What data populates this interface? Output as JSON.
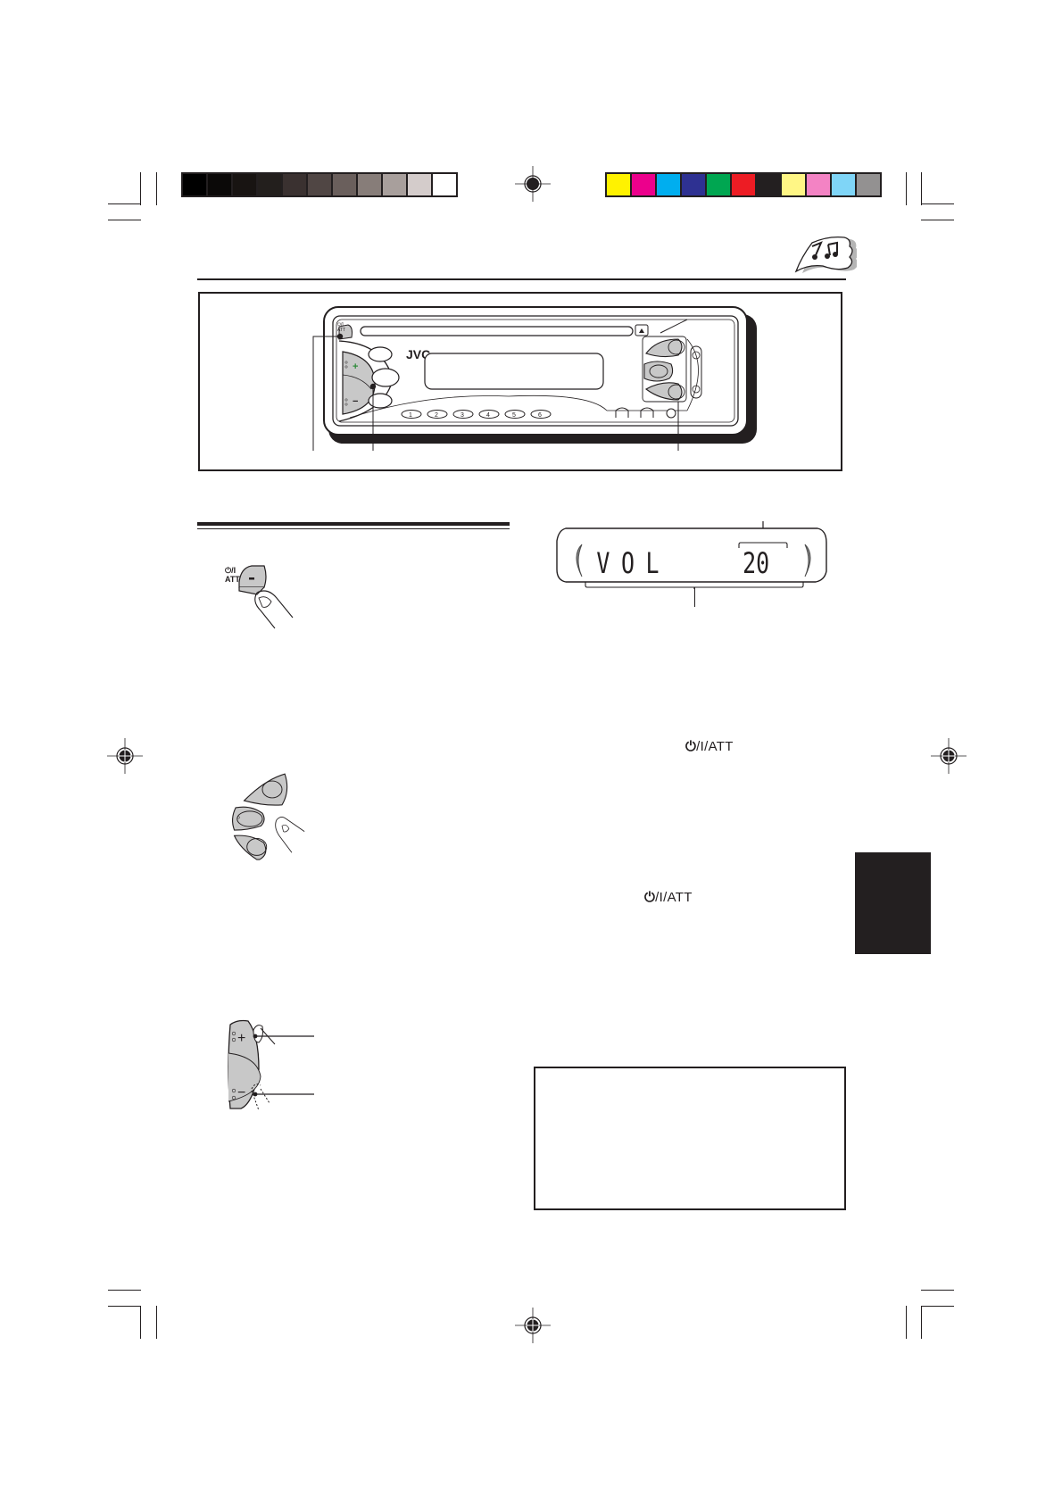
{
  "print_marks": {
    "grayscale_bar": [
      "#000000",
      "#0b0908",
      "#181412",
      "#231f1d",
      "#3a3130",
      "#504644",
      "#6a5f5c",
      "#877d79",
      "#a89f9c",
      "#d4cccb",
      "#ffffff"
    ],
    "color_bar": [
      "#fff200",
      "#ec008c",
      "#00aeef",
      "#2e3192",
      "#00a651",
      "#ed1c24",
      "#231f20",
      "#fff685",
      "#f383c4",
      "#7fd5f7",
      "#939191"
    ]
  },
  "header": {
    "icon": "music-notes-cloud-icon"
  },
  "device_illustration": {
    "brand": "JVC",
    "preset_buttons": [
      "1",
      "2",
      "3",
      "4",
      "5",
      "6"
    ],
    "volume_plus": "+",
    "volume_minus": "−",
    "att_label_top": "⏻/I",
    "att_label_bottom": "ATT"
  },
  "lcd_display": {
    "label": "VOL",
    "value": "20"
  },
  "att_button_illustration": {
    "label_top": "⏻/I",
    "label_bottom": "ATT"
  },
  "volume_illustration": {
    "plus": "+",
    "minus": "−"
  },
  "inline_labels": {
    "power_att_1": {
      "icon": "⏻",
      "text": "/I/ATT"
    },
    "power_att_2": {
      "icon": "⏻",
      "text": "/I/ATT"
    }
  },
  "colors": {
    "ink": "#231f20",
    "button_fill": "#c8c8c8",
    "shadow": "#231f20"
  }
}
